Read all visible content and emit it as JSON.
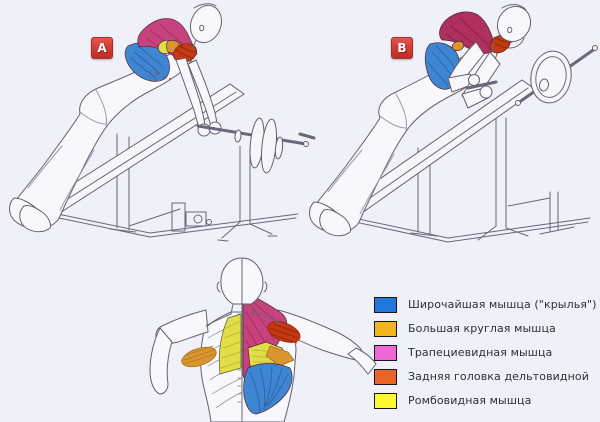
{
  "canvas": {
    "background": "#F0F0F8"
  },
  "badges": {
    "a": "A",
    "b": "B",
    "background": "#CE3A34",
    "text_color": "#FFFFFF"
  },
  "legend": {
    "text_color": "#2E2E3A",
    "swatch_border": "#15151A",
    "items": [
      {
        "id": "lats",
        "label": "Широчайшая мышца (\"крылья\")",
        "color": "#2277DD"
      },
      {
        "id": "teres",
        "label": "Большая круглая мышца",
        "color": "#F2B51C"
      },
      {
        "id": "trapezius",
        "label": "Трапециевидная мышца",
        "color": "#F068D8"
      },
      {
        "id": "rear-delt",
        "label": "Задняя головка дельтовидной",
        "color": "#EA6426"
      },
      {
        "id": "rhomboid",
        "label": "Ромбовидная мышца",
        "color": "#FBFB2E"
      }
    ]
  },
  "palette": {
    "lats": "#3E86D2",
    "teres": "#D9952F",
    "trapezius": "#C7437D",
    "trapezius_dark": "#AF2F5E",
    "delt": "#C4390F",
    "rhomboid": "#E2DE48"
  }
}
